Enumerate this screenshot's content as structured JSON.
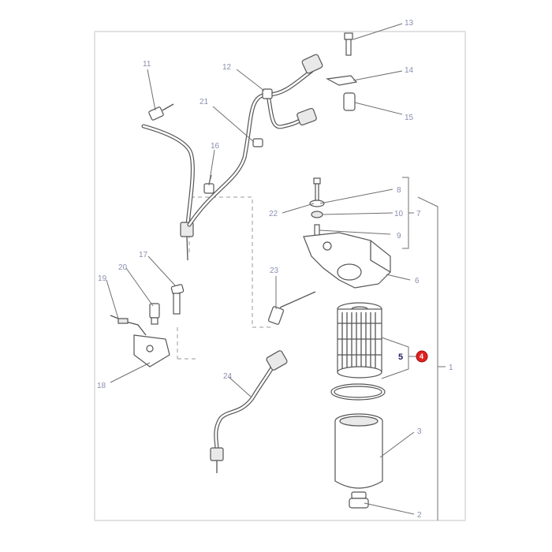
{
  "diagram": {
    "callouts": [
      {
        "id": "13",
        "text": "13"
      },
      {
        "id": "14",
        "text": "14"
      },
      {
        "id": "15",
        "text": "15"
      },
      {
        "id": "11",
        "text": "11"
      },
      {
        "id": "12",
        "text": "12"
      },
      {
        "id": "21",
        "text": "21"
      },
      {
        "id": "16",
        "text": "16"
      },
      {
        "id": "8",
        "text": "8"
      },
      {
        "id": "10",
        "text": "10"
      },
      {
        "id": "7",
        "text": "7"
      },
      {
        "id": "22",
        "text": "22"
      },
      {
        "id": "9",
        "text": "9"
      },
      {
        "id": "17",
        "text": "17"
      },
      {
        "id": "20",
        "text": "20"
      },
      {
        "id": "19",
        "text": "19"
      },
      {
        "id": "23",
        "text": "23"
      },
      {
        "id": "6",
        "text": "6"
      },
      {
        "id": "5",
        "text": "5"
      },
      {
        "id": "4",
        "text": "4"
      },
      {
        "id": "1",
        "text": "1"
      },
      {
        "id": "18",
        "text": "18"
      },
      {
        "id": "24",
        "text": "24"
      },
      {
        "id": "3",
        "text": "3"
      },
      {
        "id": "2",
        "text": "2"
      }
    ],
    "highlight_color": "#e02020",
    "highlighted_part": "4"
  }
}
